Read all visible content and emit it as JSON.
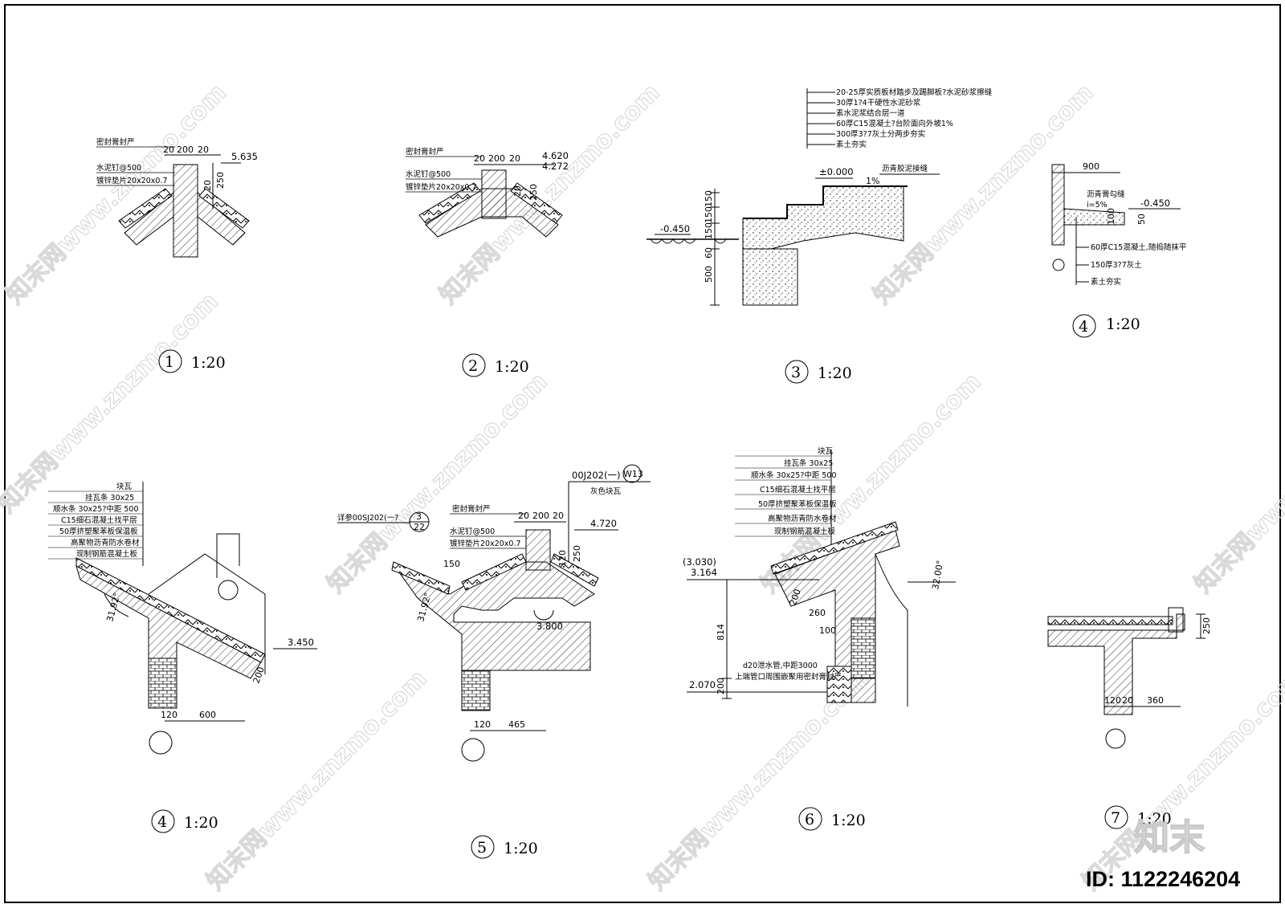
{
  "watermark": {
    "text": "知末网www.znzmo.com"
  },
  "logo": {
    "text": "知末"
  },
  "id_label": "ID: 1122246204",
  "details": {
    "d1": {
      "number": "1",
      "scale": "1:20",
      "notes": [
        "密封膏封严",
        "水泥钉@500",
        "镀锌垫片20x20x0.7"
      ],
      "dims": [
        "20",
        "200",
        "20",
        "250",
        "20"
      ],
      "level": "5.635"
    },
    "d2": {
      "number": "2",
      "scale": "1:20",
      "notes": [
        "密封膏封严",
        "水泥钉@500",
        "镀锌垫片20x20x0.7"
      ],
      "dims": [
        "20",
        "200",
        "20",
        "250",
        "20"
      ],
      "levels": [
        "4.620",
        "4.272"
      ]
    },
    "d3": {
      "number": "3",
      "scale": "1:20",
      "notes": [
        "20-25厚实质板材踏步及踢脚板?水泥砂浆擦缝",
        "30厚1?4干硬性水泥砂浆",
        "素水泥浆结合层一道",
        "60厚C15混凝土?台阶面向外坡1%",
        "300厚3?7灰土分两步夯实",
        "素土夯实"
      ],
      "side_note": "沥青胶泥接缝",
      "level_top": "±0.000",
      "slope": "1%",
      "level_ground": "-0.450",
      "dims": [
        "150",
        "150",
        "150",
        "60",
        "500"
      ]
    },
    "d4a": {
      "number": "4",
      "scale": "1:20",
      "dim_top": "900",
      "notes": [
        "沥青膏勾缝",
        "i=5%",
        "60厚C15混凝土,随捣随抹平",
        "150厚3?7灰土",
        "素土夯实"
      ],
      "level": "-0.450",
      "dims": [
        "100",
        "50"
      ]
    },
    "d4b": {
      "number": "4",
      "scale": "1:20",
      "notes": [
        "块瓦",
        "挂瓦条 30x25",
        "顺水条 30x25?中距 500",
        "C15细石混凝土找平层",
        "50厚挤塑聚苯板保温板",
        "高聚物沥青防水卷材",
        "现制钢筋混凝土板"
      ],
      "angle": "31.92°",
      "level": "3.450",
      "dims": [
        "200",
        "120",
        "600"
      ]
    },
    "d5": {
      "number": "5",
      "scale": "1:20",
      "ref1": "00J202(一)",
      "ref1_no": "W13",
      "ref1_note": "灰色块瓦",
      "ref2": "详参00SJ202(一?",
      "ref2_top": "3",
      "ref2_bottom": "22",
      "notes": [
        "密封膏封严",
        "水泥钉@500",
        "镀锌垫片20x20x0.7"
      ],
      "dims": [
        "20",
        "200",
        "20",
        "150",
        "250",
        "120",
        "120",
        "465"
      ],
      "angle": "31.92°",
      "levels": [
        "4.720",
        "3.800"
      ]
    },
    "d6": {
      "number": "6",
      "scale": "1:20",
      "notes": [
        "块瓦",
        "挂瓦条 30x25",
        "顺水条 30x25?中距 500",
        "C15细石混凝土找平层",
        "50厚挤塑聚苯板保温板",
        "高聚物沥青防水卷材",
        "现制钢筋混凝土板"
      ],
      "levels": [
        "(3.030)",
        "3.164",
        "2.070"
      ],
      "dims": [
        "814",
        "200",
        "200",
        "260",
        "100"
      ],
      "angle": "32.00°",
      "pipe_note": "d20泄水管,中距3000",
      "pipe_note2": "上端管口周围嵌聚用密封膏封严"
    },
    "d7": {
      "number": "7",
      "scale": "1:20",
      "dims": [
        "250",
        "120",
        "20",
        "360"
      ]
    }
  }
}
